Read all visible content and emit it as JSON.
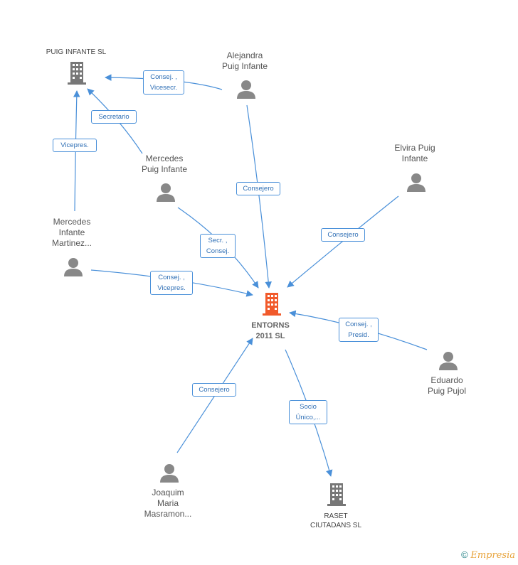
{
  "nodes": {
    "puig_infante_sl": {
      "label": "PUIG INFANTE SL",
      "type": "company"
    },
    "alejandra": {
      "label": "Alejandra\nPuig Infante",
      "type": "person"
    },
    "mercedes_pi": {
      "label": "Mercedes\nPuig Infante",
      "type": "person"
    },
    "elvira": {
      "label": "Elvira Puig\nInfante",
      "type": "person"
    },
    "mercedes_im": {
      "label": "Mercedes\nInfante\nMartinez...",
      "type": "person"
    },
    "entorns": {
      "label": "ENTORNS\n2011 SL",
      "type": "company-main"
    },
    "eduardo": {
      "label": "Eduardo\nPuig Pujol",
      "type": "person"
    },
    "joaquim": {
      "label": "Joaquim\nMaria\nMasramon...",
      "type": "person"
    },
    "raset": {
      "label": "RASET\nCIUTADANS SL",
      "type": "company"
    }
  },
  "edges": {
    "alejandra_puig": "Consej. ,\nVicesecr.",
    "mercedes_puig": "Secretario",
    "mercedesim_puig": "Vicepres.",
    "alejandra_entorns": "Consejero",
    "elvira_entorns": "Consejero",
    "mercedes_entorns": "Secr. ,\nConsej.",
    "mercedesim_entorns": "Consej. ,\nVicepres.",
    "eduardo_entorns": "Consej. ,\nPresid.",
    "joaquim_entorns": "Consejero",
    "entorns_raset": "Socio\nÚnico,..."
  },
  "colors": {
    "edge": "#4a90d9",
    "person_icon": "#888888",
    "company_icon": "#777777",
    "main_company_icon": "#f15a2b"
  },
  "footer": {
    "copyright_symbol": "©",
    "brand": "Empresia"
  }
}
